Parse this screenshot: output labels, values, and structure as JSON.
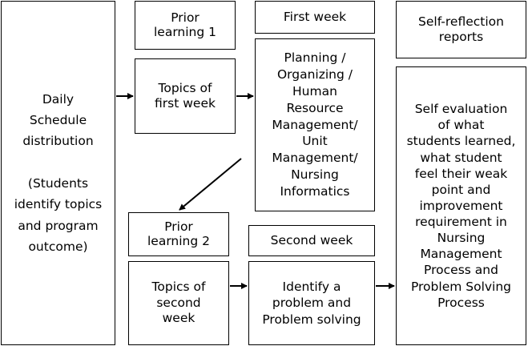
{
  "boxes": {
    "daily": "Daily\nSchedule\ndistribution\n\n(Students\nidentify topics\nand   program\noutcome)",
    "prior1": "Prior\nlearning 1",
    "first_week": "First week",
    "self_reflection": "Self-reflection\nreports",
    "topics_first": "Topics of\nfirst week",
    "planning": "Planning  /\nOrganizing  /\nHuman\nResource\nManagement/\nUnit\nManagement/\nNursing\nInformatics",
    "self_evaluation": "Self evaluation\nof  what\nstudents learned,\nwhat student\nfeel their weak\npoint and\nimprovement\nrequirement in\nNursing\nManagement\nProcess and\nProblem Solving\nProcess",
    "prior2": "Prior\nlearning 2",
    "second_week": "Second week",
    "topics_second": "Topics of\nsecond\nweek",
    "identify": "Identify a\nproblem and\nProblem solving"
  }
}
